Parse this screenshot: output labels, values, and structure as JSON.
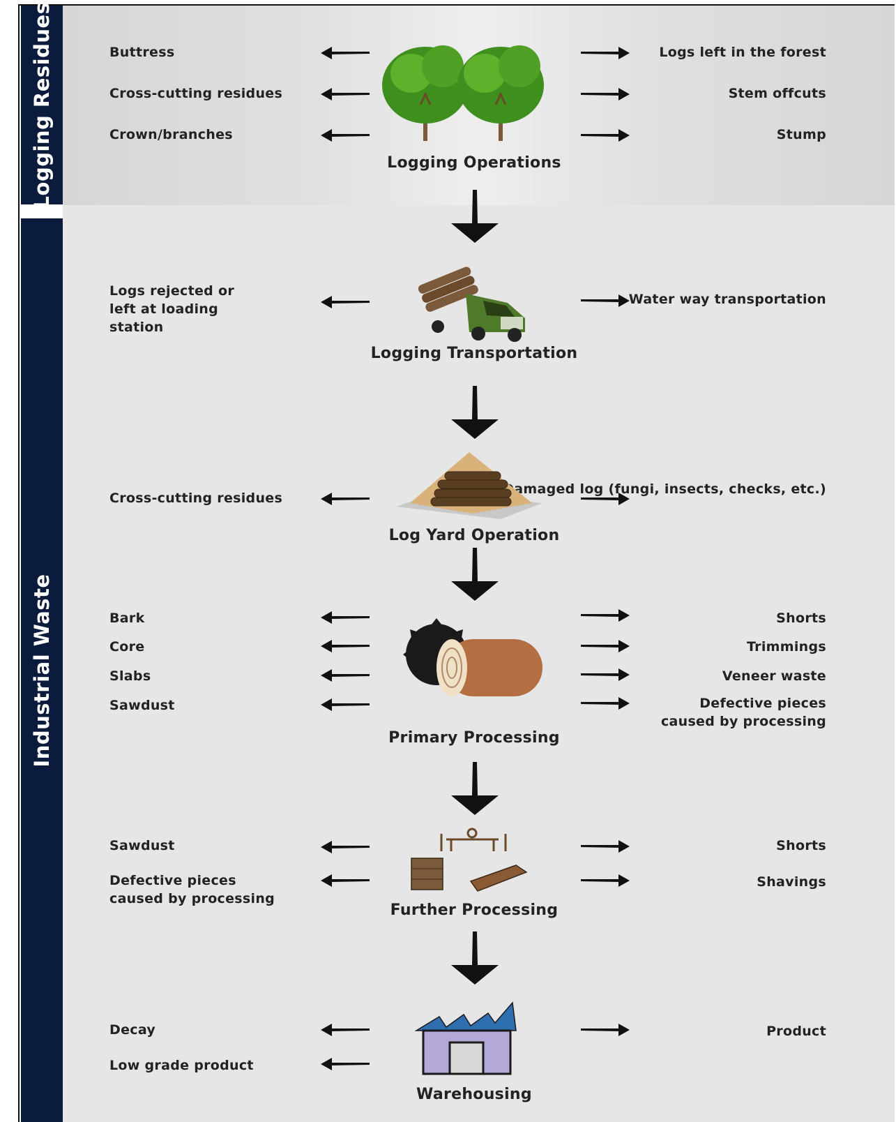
{
  "sections": {
    "logging_residues": "Logging Residues",
    "industrial_waste": "Industrial Waste"
  },
  "stages": [
    {
      "name": "Logging Operations",
      "icon": "trees-icon",
      "left": [
        "Buttress",
        "Cross-cutting residues",
        "Crown/branches"
      ],
      "right": [
        "Logs left in the forest",
        "Stem offcuts",
        "Stump"
      ]
    },
    {
      "name": "Logging Transportation",
      "icon": "log-truck-icon",
      "left": [
        "Logs rejected or left at loading station"
      ],
      "right": [
        "Water way transportation"
      ]
    },
    {
      "name": "Log Yard Operation",
      "icon": "log-pile-icon",
      "left": [
        "Cross-cutting residues"
      ],
      "right": [
        "Damaged log (fungi, insects, checks, etc.)"
      ]
    },
    {
      "name": "Primary Processing",
      "icon": "saw-log-icon",
      "left": [
        "Bark",
        "Core",
        "Slabs",
        "Sawdust"
      ],
      "right": [
        "Shorts",
        "Trimmings",
        "Veneer waste",
        "Defective pieces caused by processing"
      ]
    },
    {
      "name": "Further Processing",
      "icon": "furniture-icon",
      "left": [
        "Sawdust",
        "Defective pieces caused by processing"
      ],
      "right": [
        "Shorts",
        "Shavings"
      ]
    },
    {
      "name": "Warehousing",
      "icon": "warehouse-icon",
      "left": [
        "Decay",
        "Low grade product"
      ],
      "right": [
        "Product"
      ]
    }
  ]
}
